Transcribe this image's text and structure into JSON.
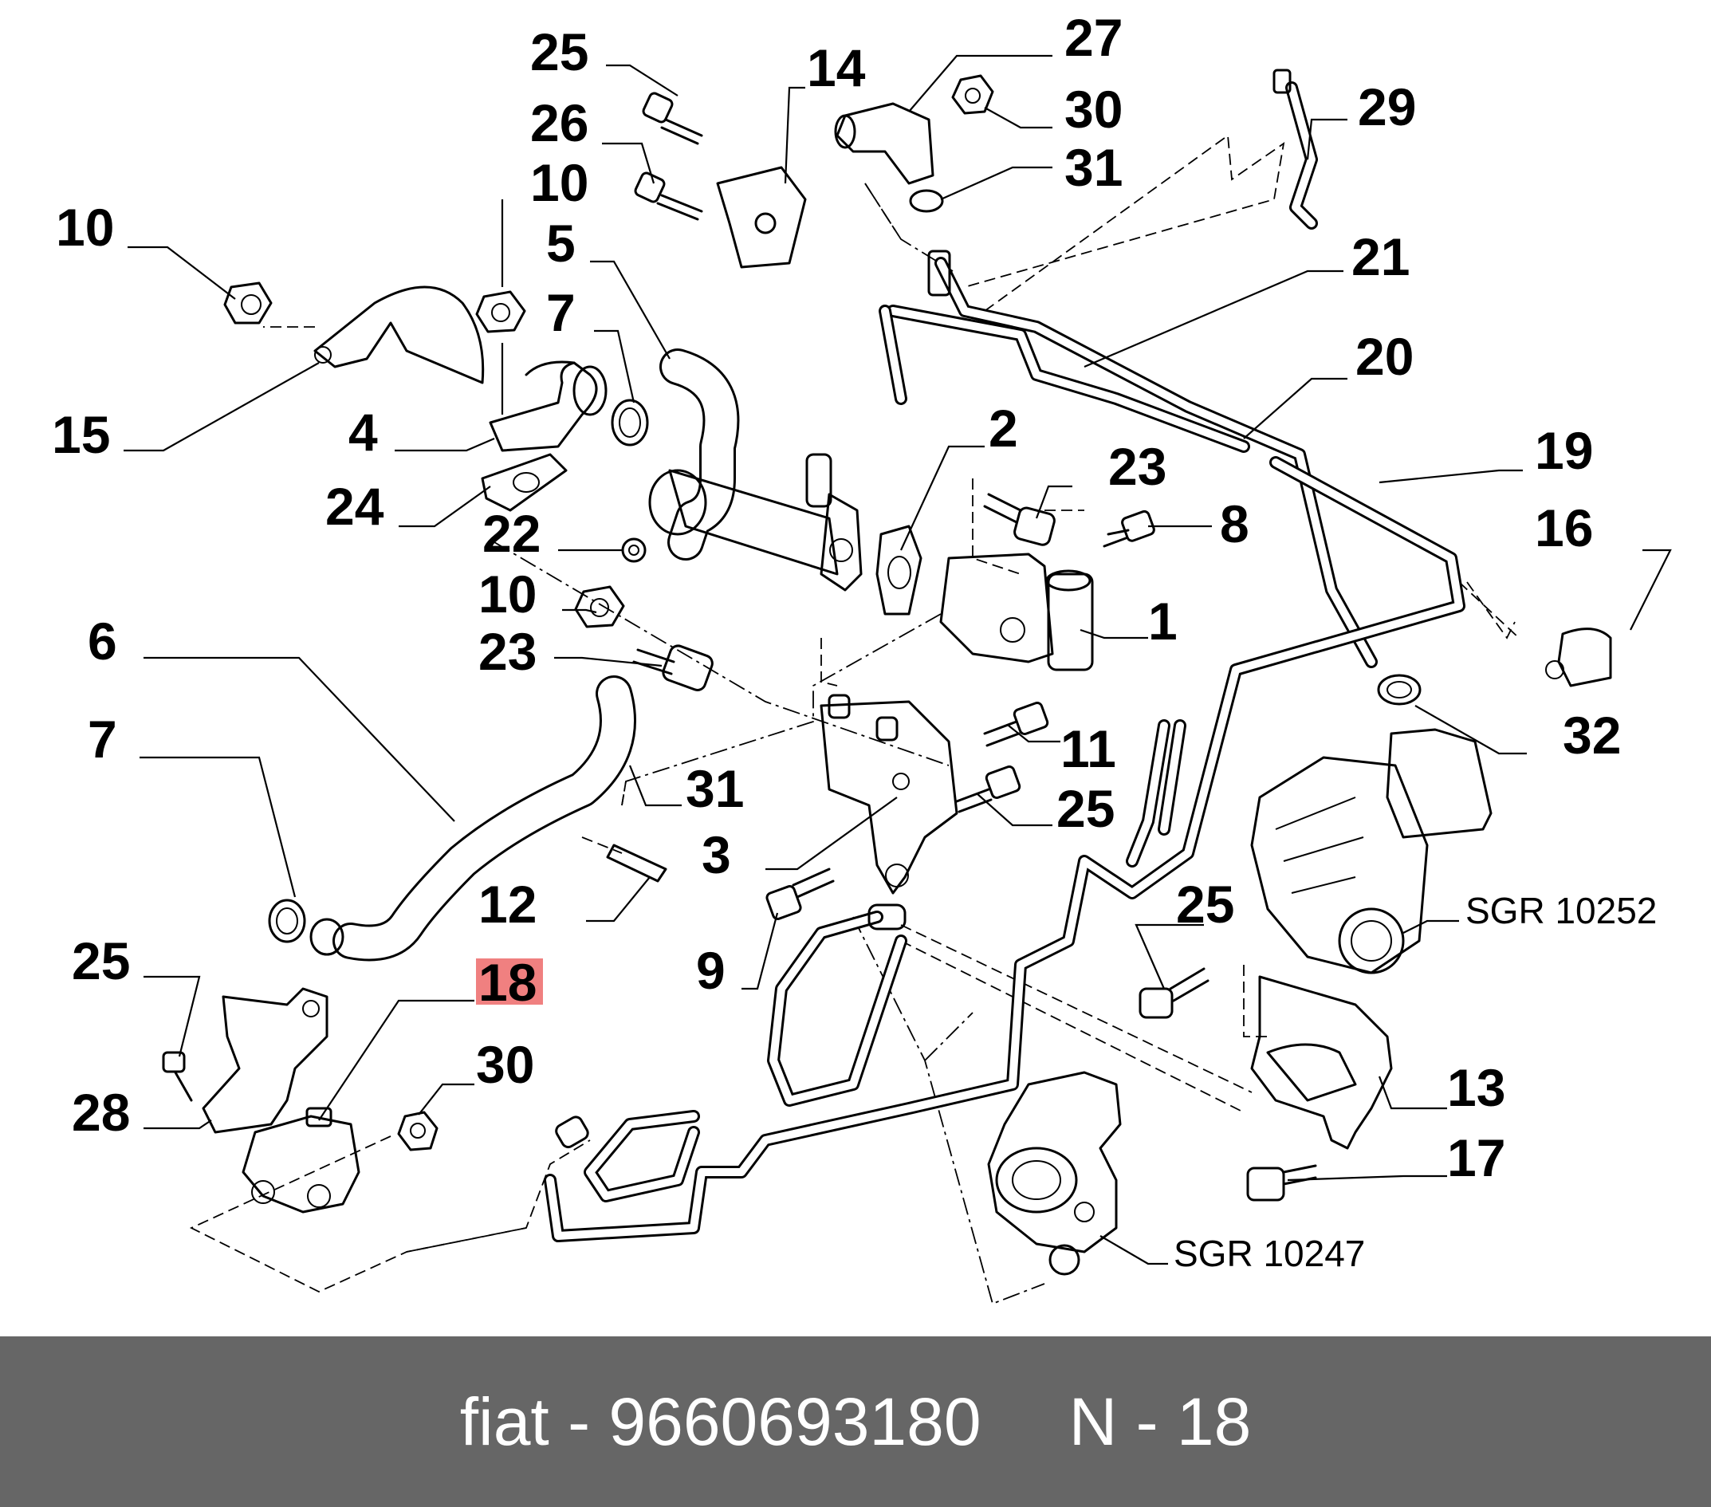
{
  "diagram": {
    "labels": [
      "25",
      "14",
      "27",
      "30",
      "26",
      "31",
      "29",
      "10",
      "10",
      "21",
      "5",
      "7",
      "15",
      "4",
      "20",
      "2",
      "24",
      "23",
      "19",
      "22",
      "8",
      "16",
      "10",
      "1",
      "6",
      "23",
      "32",
      "7",
      "31",
      "11",
      "25",
      "3",
      "SGR 10252",
      "25",
      "12",
      "9",
      "25",
      "18",
      "30",
      "13",
      "28",
      "17",
      "SGR 10247"
    ],
    "highlighted_label": "18",
    "highlight_color": "#f08080"
  },
  "footer": {
    "left_text": "fiat - 9660693180",
    "right_text": "N - 18",
    "background": "#666666",
    "text_color": "#ffffff"
  }
}
